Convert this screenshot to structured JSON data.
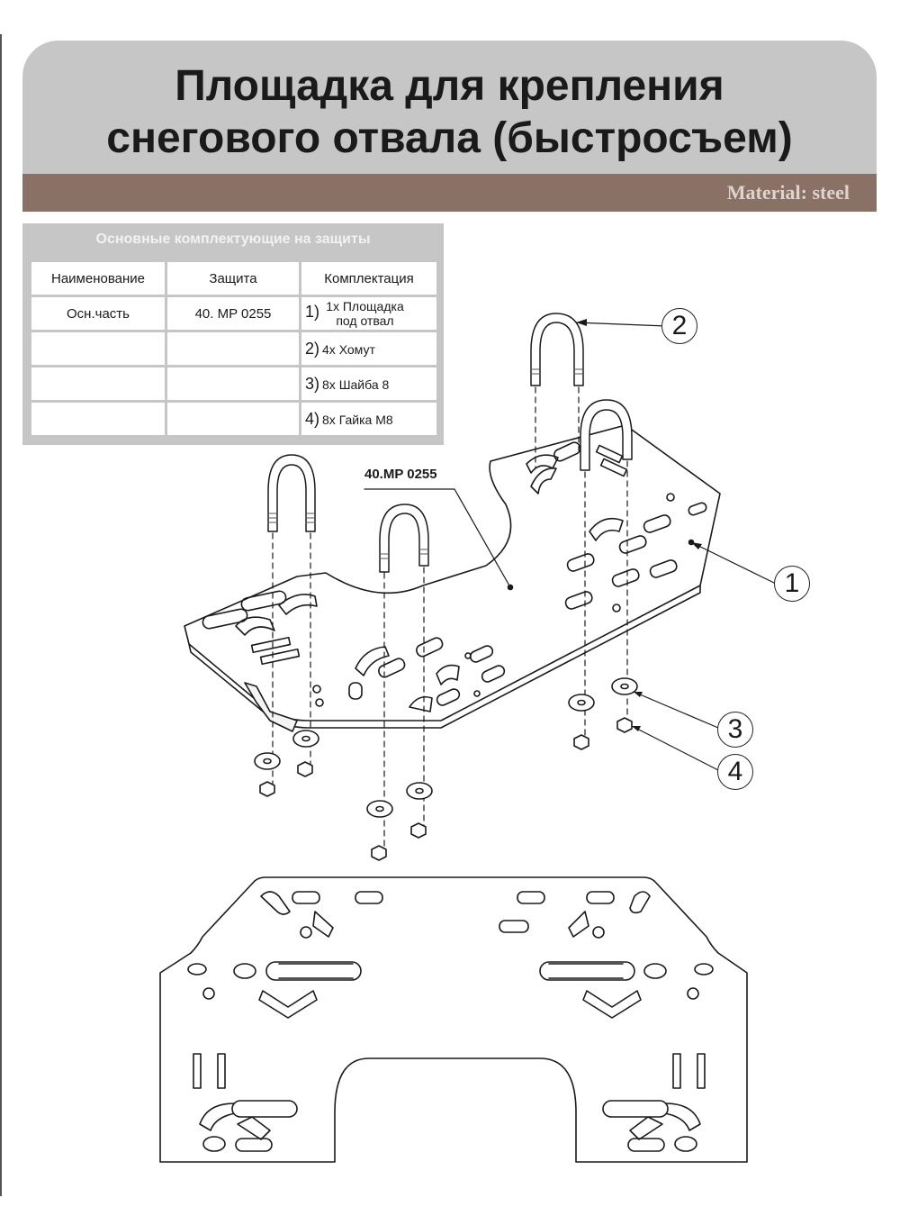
{
  "header": {
    "title_line1": "Площадка для крепления",
    "title_line2": "снегового отвала (быстросъем)",
    "material": "Material: steel"
  },
  "components_table": {
    "caption": "Основные комплектующие на защиты",
    "columns": [
      "Наименование",
      "Защита",
      "Комплектация"
    ],
    "rows": [
      {
        "name": "Осн.часть",
        "protection": "40. MP 0255",
        "kit_num": "1)",
        "kit_line1": "1х Площадка",
        "kit_line2": "под отвал"
      },
      {
        "name": "",
        "protection": "",
        "kit_num": "2)",
        "kit_text": "4х Хомут"
      },
      {
        "name": "",
        "protection": "",
        "kit_num": "3)",
        "kit_text": "8х Шайба 8"
      },
      {
        "name": "",
        "protection": "",
        "kit_num": "4)",
        "kit_text": "8х Гайка М8"
      }
    ]
  },
  "drawing": {
    "part_label": "40.MP 0255",
    "callouts": [
      "1",
      "2",
      "3",
      "4"
    ]
  },
  "colors": {
    "header_bg": "#c6c6c6",
    "material_bar": "#8a7166",
    "line": "#1a1a1a"
  }
}
